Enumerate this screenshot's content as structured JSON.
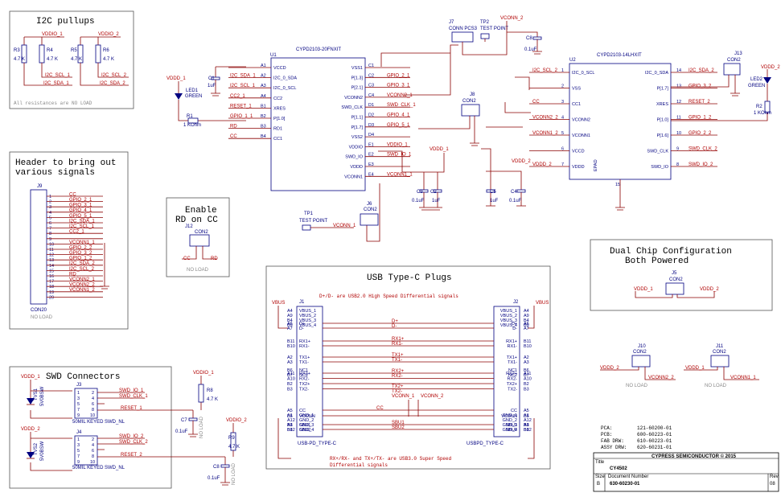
{
  "sections": {
    "i2c_title": "I2C pullups",
    "i2c_note": "All resistances are NO LOAD",
    "header_title_1": "Header to bring out",
    "header_title_2": "various signals",
    "enable_title_1": "Enable",
    "enable_title_2": "RD on CC",
    "swd_title": "SWD Connectors",
    "usb_title": "USB Type-C Plugs",
    "usb_note_top": "D+/D- are USB2.0 High Speed Differential signals",
    "usb_note_bottom_1": "RX+/RX- and TX+/TX- are USB3.0 Super Speed",
    "usb_note_bottom_2": "Differential signals",
    "dual_title_1": "Dual Chip Configuration",
    "dual_title_2": "Both Powered"
  },
  "u1": {
    "ref": "U1",
    "part": "CYPD2103-20FNXIT",
    "left_pins": [
      {
        "num": "A1",
        "name": "VCCD",
        "net": ""
      },
      {
        "num": "A2",
        "name": "I2C_0_SDA",
        "net": "I2C_SDA_1"
      },
      {
        "num": "A3",
        "name": "I2C_0_SCL",
        "net": "I2C_SCL_1"
      },
      {
        "num": "A4",
        "name": "CC2",
        "net": "CC2_1"
      },
      {
        "num": "B1",
        "name": "XRES",
        "net": "RESET_1"
      },
      {
        "num": "B2",
        "name": "P[1.0]",
        "net": "GPIO_1_1"
      },
      {
        "num": "B3",
        "name": "RD1",
        "net": "RD"
      },
      {
        "num": "B4",
        "name": "CC1",
        "net": "CC"
      }
    ],
    "right_pins": [
      {
        "num": "C1",
        "name": "VSS1",
        "net": ""
      },
      {
        "num": "C2",
        "name": "P[1.3]",
        "net": "GPIO_2_1"
      },
      {
        "num": "C3",
        "name": "P[2.1]",
        "net": "GPIO_3_1"
      },
      {
        "num": "C4",
        "name": "VCONN2",
        "net": "VCONN2_1"
      },
      {
        "num": "D1",
        "name": "SWD_CLK",
        "net": "SWD_CLK_1"
      },
      {
        "num": "D2",
        "name": "P[1.1]",
        "net": "GPIO_4_1"
      },
      {
        "num": "D3",
        "name": "P[1.7]",
        "net": "GPIO_5_1"
      },
      {
        "num": "D4",
        "name": "VSS2",
        "net": ""
      },
      {
        "num": "E1",
        "name": "VDDIO",
        "net": "VDDIO_1"
      },
      {
        "num": "E2",
        "name": "SWD_IO",
        "net": "SWD_IO_1"
      },
      {
        "num": "E3",
        "name": "VDDD",
        "net": ""
      },
      {
        "num": "E4",
        "name": "VCONN1",
        "net": "VCONN1_1"
      }
    ]
  },
  "u2": {
    "ref": "U2",
    "part": "CYPD2103-14LHXIT",
    "pad": "EPAD",
    "pad_num": "15",
    "left_pins": [
      {
        "num": "1",
        "name": "I2C_0_SCL",
        "net": "I2C_SCL_2"
      },
      {
        "num": "2",
        "name": "VSS",
        "net": ""
      },
      {
        "num": "3",
        "name": "CC1",
        "net": "CC"
      },
      {
        "num": "4",
        "name": "VCONN2",
        "net": "VCONN2_2"
      },
      {
        "num": "5",
        "name": "VCONN1",
        "net": "VCONN1_2"
      },
      {
        "num": "6",
        "name": "VCCD",
        "net": ""
      },
      {
        "num": "7",
        "name": "VDDD",
        "net": "VDDD_2"
      }
    ],
    "right_pins": [
      {
        "num": "14",
        "name": "I2C_0_SDA",
        "net": "I2C_SDA_2"
      },
      {
        "num": "13",
        "name": "P[1.7]",
        "net": "GPIO_3_2"
      },
      {
        "num": "12",
        "name": "XRES",
        "net": "RESET_2"
      },
      {
        "num": "11",
        "name": "P[1.0]",
        "net": "GPIO_1_2"
      },
      {
        "num": "10",
        "name": "P[1.6]",
        "net": "GPIO_2_2"
      },
      {
        "num": "9",
        "name": "SWD_CLK",
        "net": "SWD_CLK_2"
      },
      {
        "num": "8",
        "name": "SWD_IO",
        "net": "SWD_IO_2"
      }
    ]
  },
  "i2c": {
    "vddio_1": "VDDIO_1",
    "vddio_2": "VDDIO_2",
    "resistors": [
      {
        "ref": "R3",
        "value": "4.7 K",
        "net": ""
      },
      {
        "ref": "R4",
        "value": "4.7 K",
        "net": "I2C_SCL_1"
      },
      {
        "ref": "R5",
        "value": "4.7 K",
        "net": ""
      },
      {
        "ref": "R6",
        "value": "4.7 K",
        "net": "I2C_SCL_2"
      }
    ],
    "sda_1": "I2C_SDA_1",
    "sda_2": "I2C_SDA_2"
  },
  "j9": {
    "ref": "J9",
    "part": "CON20",
    "no_load": "NO LOAD",
    "pins": [
      {
        "num": "1",
        "net": "CC"
      },
      {
        "num": "2",
        "net": "GPIO_2_1"
      },
      {
        "num": "3",
        "net": "GPIO_3_1"
      },
      {
        "num": "4",
        "net": "GPIO_4_1"
      },
      {
        "num": "5",
        "net": "GPIO_5_1"
      },
      {
        "num": "6",
        "net": "I2C_SDA_1"
      },
      {
        "num": "7",
        "net": "I2C_SCL_1"
      },
      {
        "num": "8",
        "net": "CC2_1"
      },
      {
        "num": "9",
        "net": ""
      },
      {
        "num": "10",
        "net": "VCONN1_1"
      },
      {
        "num": "11",
        "net": "GPIO_2_2"
      },
      {
        "num": "12",
        "net": "GPIO_3_2"
      },
      {
        "num": "13",
        "net": "GPIO_1_2"
      },
      {
        "num": "14",
        "net": "I2C_SDA_2"
      },
      {
        "num": "15",
        "net": "I2C_SCL_2"
      },
      {
        "num": "16",
        "net": "RD"
      },
      {
        "num": "17",
        "net": "VCONN2_1"
      },
      {
        "num": "18",
        "net": "VCONN2_2"
      },
      {
        "num": "19",
        "net": "VCONN1_2"
      },
      {
        "num": "20",
        "net": ""
      }
    ]
  },
  "misc": {
    "c1": "C1",
    "c1_val": "1uF",
    "led1": "LED1",
    "led1_color": "GREEN",
    "r1": "R1",
    "r1_val": "1 KOhm",
    "vddd_1": "VDDD_1",
    "j7": "J7",
    "j7_part": "CONN PCS3",
    "tp2": "TP2",
    "tp2_part": "TEST POINT",
    "vconn_2": "VCONN_2",
    "c8": "C8",
    "c8_val": "0.1uF",
    "j8": "J8",
    "j8_part": "CON2",
    "vddd_1_b": "VDDD_1",
    "c3": "C3",
    "c3_val": "0.1uF",
    "c2": "C2",
    "c2_val": "1uF",
    "tp1": "TP1",
    "tp1_part": "TEST POINT",
    "vconn_1": "VCONN_1",
    "j6": "J6",
    "j6_part": "CON2",
    "j12": "J12",
    "j12_part": "CON2",
    "j12_cc": "CC",
    "j12_rd": "RD",
    "j12_no_load": "NO LOAD",
    "j13": "J13",
    "j13_part": "CON2",
    "vddd_2": "VDDD_2",
    "led2": "LED2",
    "led2_color": "GREEN",
    "r2": "R2",
    "r2_val": "1 KOhm",
    "c5": "C5",
    "c5_val": "1uF",
    "c4": "C4",
    "c4_val": "0.1uF",
    "u2_vddd": "VDDD_2",
    "j5": "J5",
    "j5_part": "CON2",
    "j5_left": "VDDD_1",
    "j5_right": "VDDD_2",
    "j10": "J10",
    "j10_part": "CON2",
    "j10_left": "VDDD_2",
    "j10_right": "VCONN2_2",
    "j10_no_load": "NO LOAD",
    "j11": "J11",
    "j11_part": "CON2",
    "j11_left": "VDDD_1",
    "j11_right": "VCONN1_1",
    "j11_no_load": "NO LOAD"
  },
  "swd": {
    "vddd_1": "VDDD_1",
    "vddd_2": "VDDD_2",
    "j3": "J3",
    "j3_part": "SWD_NL",
    "j3_sub": "50MIL KEYED",
    "j4": "J4",
    "j4_part": "SWD_NL",
    "j4_sub": "50MIL KEYED",
    "tvs1": "TVS1",
    "tvs1_part": "5V0BSW",
    "tvs2": "TVS2",
    "tvs2_part": "5V0BSW",
    "j3_nets": [
      "SWD_IO_1",
      "SWD_CLK_1",
      "",
      "RESET_1"
    ],
    "j4_nets": [
      "SWD_IO_2",
      "SWD_CLK_2",
      "",
      "RESET_2"
    ],
    "vddio_1": "VDDIO_1",
    "r8": "R8",
    "r8_val": "4.7 K",
    "c7": "C7",
    "c7_val": "0.1uF",
    "c7_nl": "NO LOAD",
    "vddio_2": "VDDIO_2",
    "r9": "R9",
    "r9_val": "4.7 K",
    "c8": "C8",
    "c8_val": "0.1uF",
    "c8_nl": "NO LOAD"
  },
  "usb": {
    "vbus": "VBUS",
    "j1": "J1",
    "j1_part": "USB-PD_TYPE-C",
    "j2": "J2",
    "j2_part": "USBPD_TYPE-C",
    "left_pins": [
      {
        "num": "A4",
        "name": "VBUS_1"
      },
      {
        "num": "A9",
        "name": "VBUS_2"
      },
      {
        "num": "B4",
        "name": "VBUS_3"
      },
      {
        "num": "B9",
        "name": "VBUS_4"
      },
      {
        "num": "A6",
        "name": "D+"
      },
      {
        "num": "A7",
        "name": "D-"
      },
      {
        "num": "B11",
        "name": "RX1+"
      },
      {
        "num": "B10",
        "name": "RX1-"
      },
      {
        "num": "A2",
        "name": "TX1+"
      },
      {
        "num": "A3",
        "name": "TX1-"
      },
      {
        "num": "B6",
        "name": "NC1"
      },
      {
        "num": "B7",
        "name": "NC2"
      },
      {
        "num": "A11",
        "name": "RX2+"
      },
      {
        "num": "A10",
        "name": "RX2-"
      },
      {
        "num": "B2",
        "name": "TX2+"
      },
      {
        "num": "B3",
        "name": "TX2-"
      },
      {
        "num": "A5",
        "name": "CC"
      },
      {
        "num": "B5",
        "name": "VCONN"
      },
      {
        "num": "A1",
        "name": "GND_1"
      },
      {
        "num": "A12",
        "name": "GND_2"
      },
      {
        "num": "B1",
        "name": "GND_3"
      },
      {
        "num": "B12",
        "name": "GND_4"
      },
      {
        "num": "A8",
        "name": "SBU1"
      },
      {
        "num": "B8",
        "name": "SBU2"
      }
    ],
    "mid_nets": [
      "D+",
      "D-",
      "RX1+",
      "RX1-",
      "TX1+",
      "TX1-",
      "RX2+",
      "RX2-",
      "TX2+",
      "TX2-",
      "CC",
      "VCONN_1",
      "VCONN_2",
      "SBU1",
      "SBU2"
    ]
  },
  "titleblock": {
    "pca": "PCA:",
    "pca_num": "121-60200-01",
    "pcb": "PCB:",
    "pcb_num": "600-60223-01",
    "fab": "FAB DRW:",
    "fab_num": "610-60223-01",
    "assy": "ASSY DRW:",
    "assy_num": "620-60231-01",
    "company": "CYPRESS SEMICONDUCTOR © 2015",
    "title_label": "Title",
    "title": "CY4502",
    "size_label": "Size",
    "size": "B",
    "doc_label": "Document Number",
    "doc": "630-60230-01",
    "rev_label": "Rev",
    "rev": "08"
  }
}
